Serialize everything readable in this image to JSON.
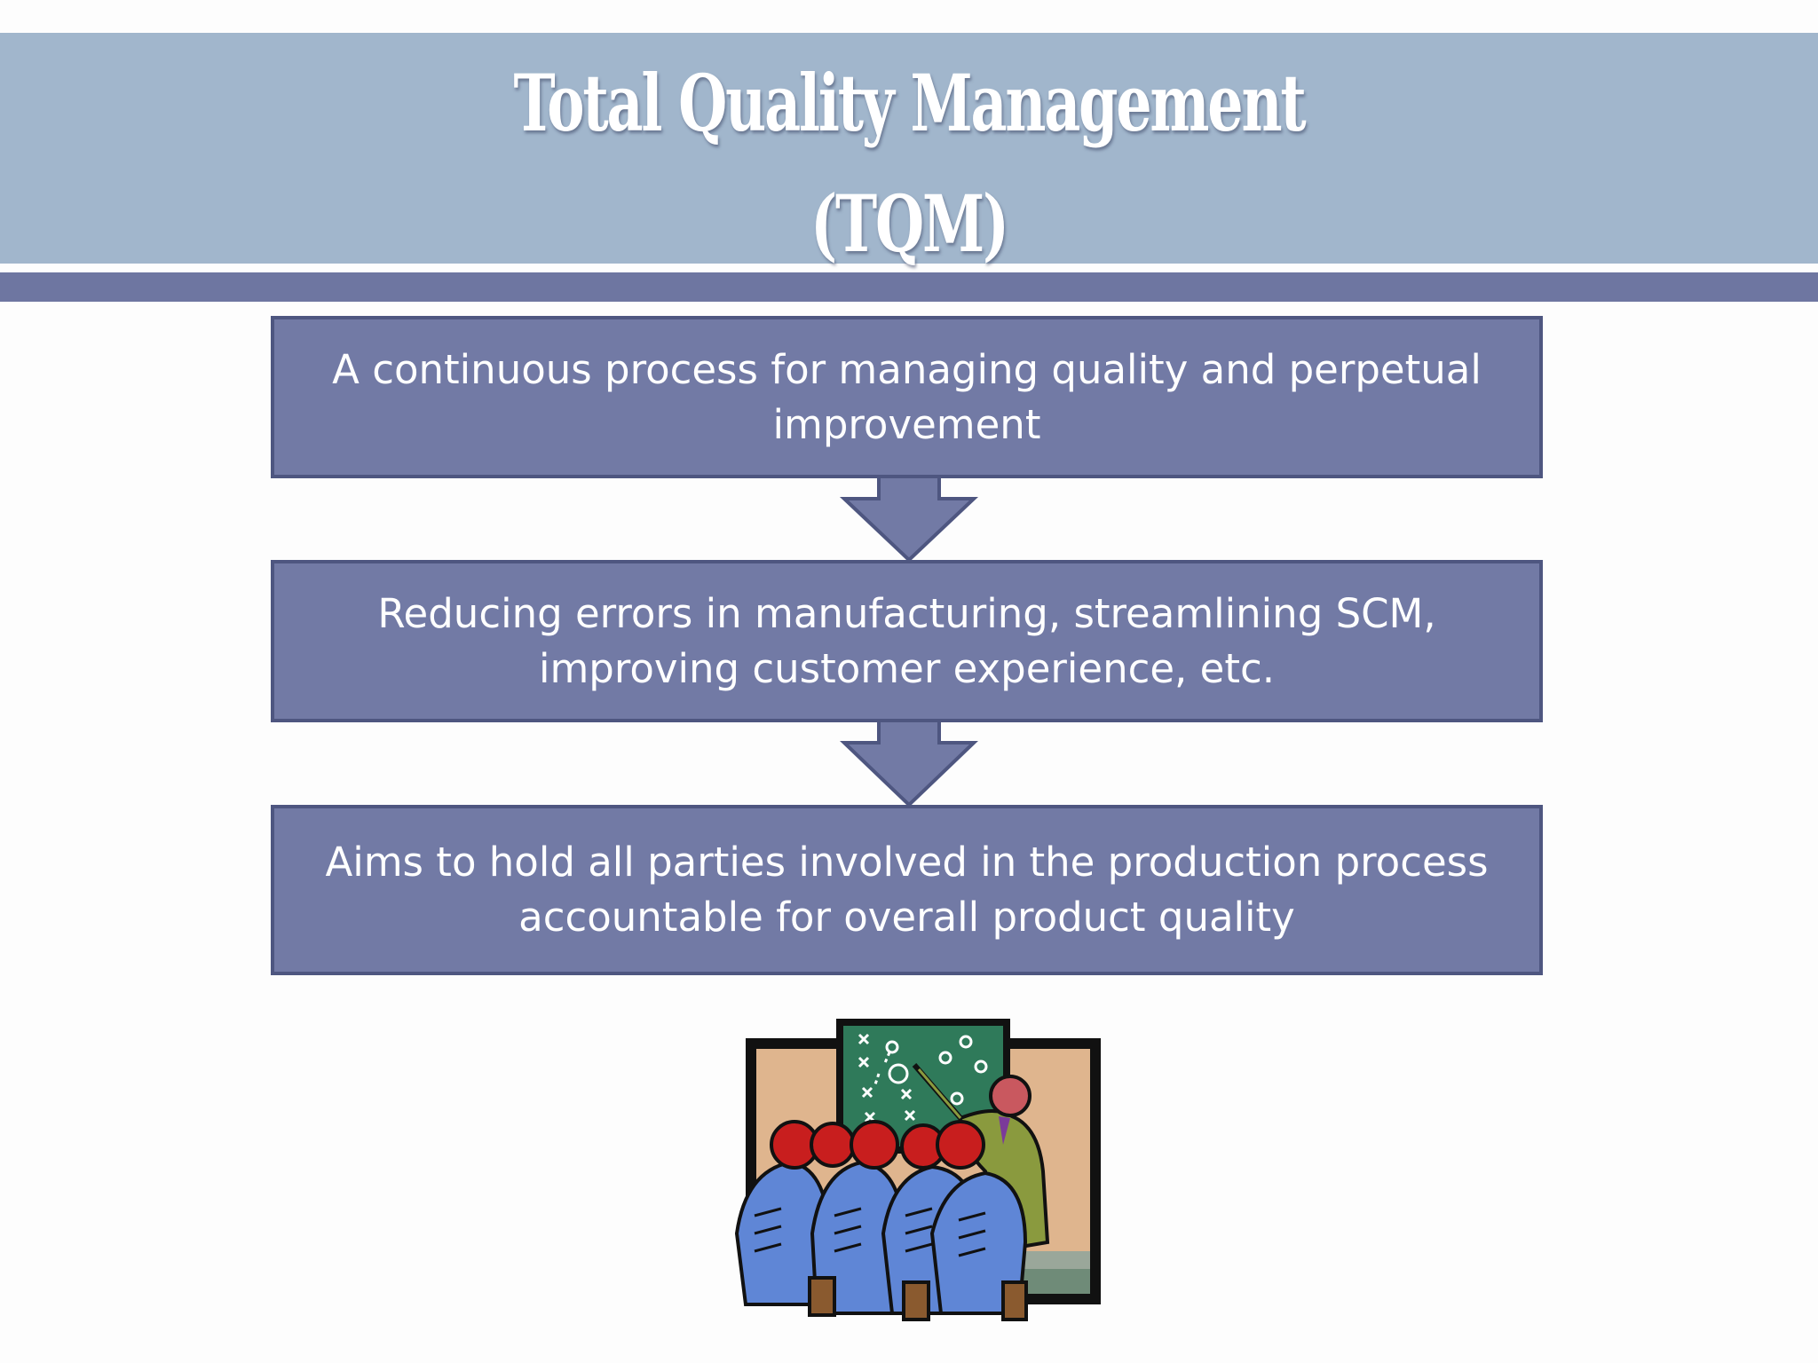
{
  "slide": {
    "title_line1": "Total Quality Management",
    "title_line2": "(TQM)"
  },
  "flow": {
    "steps": [
      {
        "text": "A continuous process for managing quality and perpetual improvement"
      },
      {
        "text": "Reducing errors in manufacturing, streamlining SCM, improving customer experience, etc."
      },
      {
        "text": "Aims to hold all parties involved in the production process accountable for overall product quality"
      }
    ]
  },
  "colors": {
    "title_band": "#a1b6cc",
    "title_stripe": "#6e76a1",
    "box_fill": "#727aa5",
    "box_border": "#4e5680",
    "text": "#ffffff"
  },
  "icons": {
    "clipart": "coach-chalkboard-team-clipart"
  }
}
